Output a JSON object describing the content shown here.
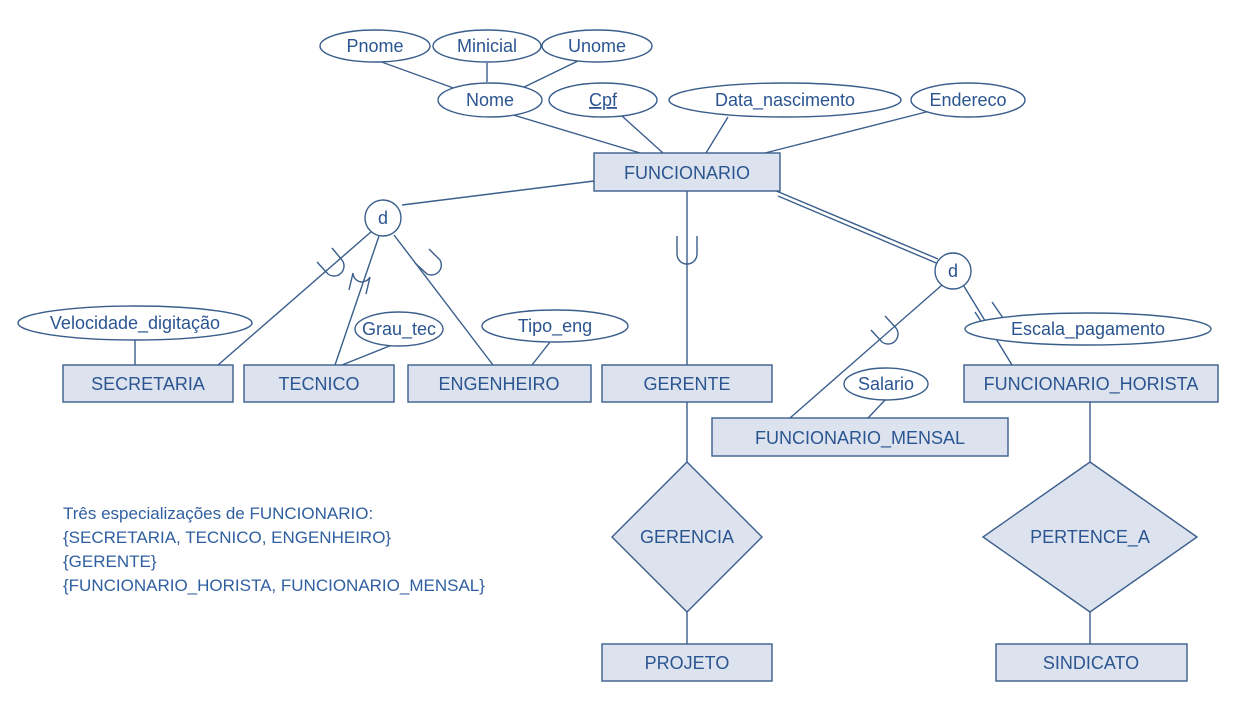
{
  "entities": {
    "funcionario": "FUNCIONARIO",
    "secretaria": "SECRETARIA",
    "tecnico": "TECNICO",
    "engenheiro": "ENGENHEIRO",
    "gerente": "GERENTE",
    "funcionario_mensal": "FUNCIONARIO_MENSAL",
    "funcionario_horista": "FUNCIONARIO_HORISTA",
    "projeto": "PROJETO",
    "sindicato": "SINDICATO"
  },
  "attributes": {
    "pnome": "Pnome",
    "minicial": "Minicial",
    "unome": "Unome",
    "nome": "Nome",
    "cpf": "Cpf",
    "data_nascimento": "Data_nascimento",
    "endereco": "Endereco",
    "velocidade_digitacao": "Velocidade_digitação",
    "grau_tec": "Grau_tec",
    "tipo_eng": "Tipo_eng",
    "salario": "Salario",
    "escala_pagamento": "Escala_pagamento"
  },
  "relationships": {
    "gerencia": "GERENCIA",
    "pertence_a": "PERTENCE_A"
  },
  "specialization_symbols": {
    "left": "d",
    "right": "d"
  },
  "note": {
    "line1": "Três especializações de FUNCIONARIO:",
    "line2": "{SECRETARIA, TECNICO, ENGENHEIRO}",
    "line3": "{GERENTE}",
    "line4": "{FUNCIONARIO_HORISTA, FUNCIONARIO_MENSAL}"
  },
  "colors": {
    "stroke": "#3a5e8c",
    "entity_fill": "#dde3ee",
    "text": "#2b5591"
  }
}
